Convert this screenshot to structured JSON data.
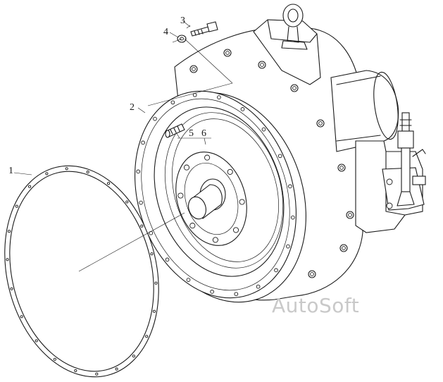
{
  "diagram": {
    "callouts": [
      {
        "id": "1",
        "label": "1"
      },
      {
        "id": "2",
        "label": "2"
      },
      {
        "id": "3",
        "label": "3"
      },
      {
        "id": "4",
        "label": "4"
      },
      {
        "id": "5",
        "label": "5"
      },
      {
        "id": "6",
        "label": "6"
      }
    ],
    "watermark": "AutoSoft"
  }
}
